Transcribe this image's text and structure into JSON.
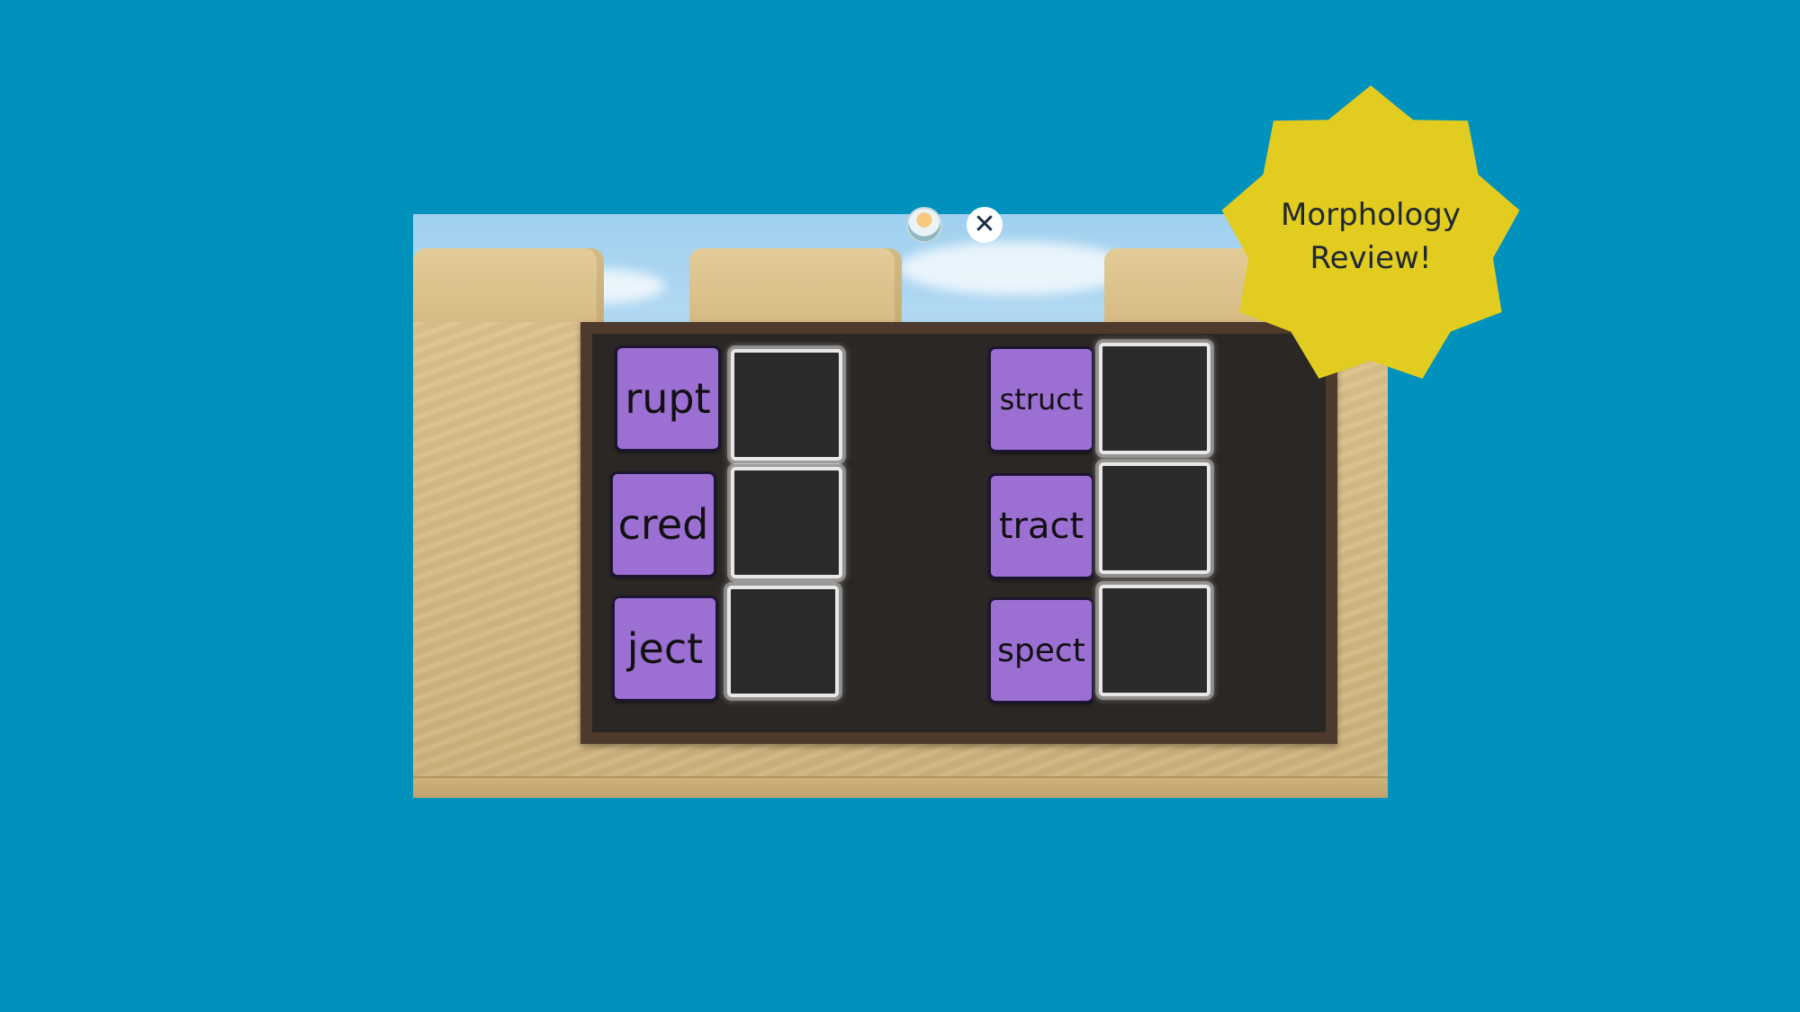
{
  "badge": {
    "line1": "Morphology",
    "line2": "Review!",
    "color": "#e2cc1f"
  },
  "toolbar": {
    "avatar_icon": "avatar-icon",
    "close_label": "✕"
  },
  "board": {
    "tile_color": "#9c6fd3",
    "left_column": [
      "rupt",
      "cred",
      "ject"
    ],
    "right_column": [
      "struct",
      "tract",
      "spect"
    ]
  }
}
